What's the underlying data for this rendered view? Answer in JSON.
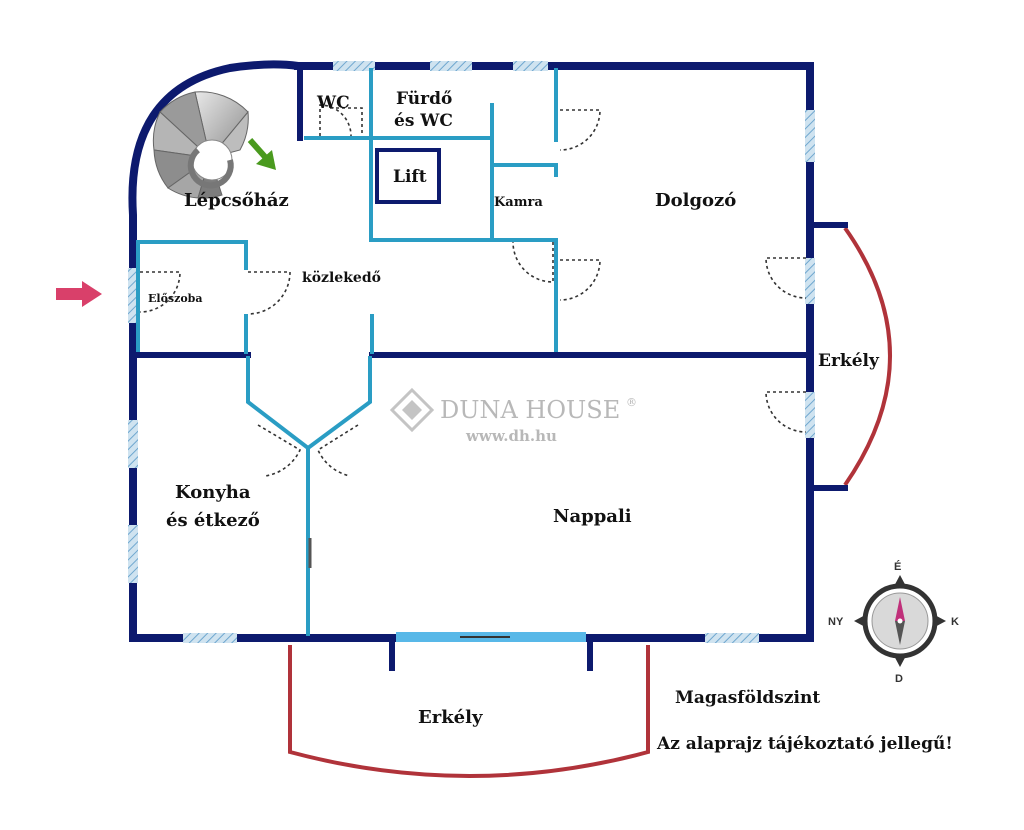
{
  "rooms": {
    "wc": "WC",
    "bath_line1": "Fürdő",
    "bath_line2": "és WC",
    "lift": "Lift",
    "stairwell": "Lépcsőház",
    "pantry": "Kamra",
    "study": "Dolgozó",
    "hallway": "közlekedő",
    "entrance": "Előszoba",
    "balcony_east": "Erkély",
    "kitchen_line1": "Konyha",
    "kitchen_line2": "és étkező",
    "living": "Nappali",
    "balcony_south": "Erkély"
  },
  "watermark": {
    "brand": "DUNA HOUSE",
    "registered": "®",
    "url": "www.dh.hu"
  },
  "compass": {
    "north": "É",
    "south": "D",
    "east": "K",
    "west": "NY"
  },
  "notes": {
    "floor": "Magasföldszint",
    "disclaimer": "Az alaprajz tájékoztató jellegű!"
  },
  "colors": {
    "outer_wall": "#0d1a6e",
    "inner_wall": "#2a9dc4",
    "balcony": "#b0333a",
    "entry_arrow": "#d9406a",
    "stair_arrow": "#4a9a1e"
  }
}
